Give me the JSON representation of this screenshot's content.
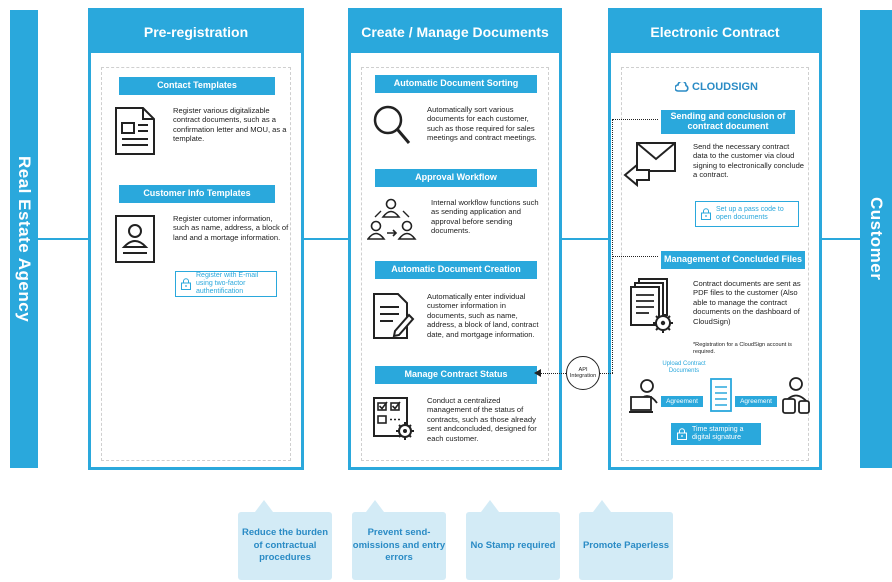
{
  "left_sidebar": {
    "label": "Real Estate Agency"
  },
  "right_sidebar": {
    "label": "Customer"
  },
  "columns": {
    "pre": {
      "title": "Pre-registration",
      "items": [
        {
          "badge": "Contact Templates",
          "icon": "document-icon",
          "text": "Register various digitalizable contract documents, such as a confirmation letter and MOU, as a template."
        },
        {
          "badge": "Customer Info Templates",
          "icon": "user-card-icon",
          "text": "Register cutomer information, such as name, address, a block of land and a mortage information.",
          "secure": "Register with E-mail using two-factor authentification"
        }
      ]
    },
    "create": {
      "title": "Create / Manage Documents",
      "items": [
        {
          "badge": "Automatic Document Sorting",
          "icon": "magnifier-icon",
          "text": "Automatically sort various documents for each customer, such as those required for sales meetings and contract meetings."
        },
        {
          "badge": "Approval Workflow",
          "icon": "workflow-icon",
          "text": "Internal workflow functions such as sending application and approval before sending documents."
        },
        {
          "badge": "Automatic Document Creation",
          "icon": "edit-document-icon",
          "text": "Automatically enter individual customer information in documents, such as name, address, a block of land, contract date, and mortgage information."
        },
        {
          "badge": "Manage Contract Status",
          "icon": "checklist-gear-icon",
          "text": "Conduct a centralized management of the status of contracts, such as those already sent andconcluded, designed for each customer."
        }
      ]
    },
    "contract": {
      "title": "Electronic Contract",
      "logo": "CLOUDSIGN",
      "items": [
        {
          "badge": "Sending and conclusion of contract document",
          "icon": "envelope-icon",
          "text": "Send the necessary contract data to the customer via cloud signing to electronically conclude a contract.",
          "secure": "Set up a pass code to open documents"
        },
        {
          "badge": "Management of Concluded Files",
          "icon": "file-stack-gear-icon",
          "text": "Contract documents are sent as PDF files to the customer (Also able to manage the contract documents on the dashboard of CloudSign)",
          "note": "*Registration for a CloudSign account is required."
        }
      ],
      "flow": {
        "upload_label": "Upload Contract Documents",
        "agreement_left": "Agreement",
        "agreement_right": "Agreement",
        "timestamp": "Time stamping a digital signature"
      }
    }
  },
  "api": {
    "label": "API Integration"
  },
  "benefits": [
    {
      "text": "Reduce the burden of contractual procedures"
    },
    {
      "text": "Prevent send-omissions and entry errors"
    },
    {
      "text": "No Stamp required"
    },
    {
      "text": "Promote Paperless"
    }
  ],
  "colors": {
    "primary": "#2aa8dc",
    "benefit_bg": "#d3ebf6",
    "benefit_text": "#2a8bc5"
  }
}
